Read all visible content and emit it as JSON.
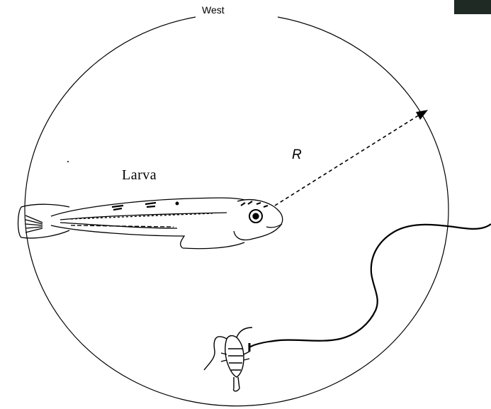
{
  "labels": {
    "west": "West",
    "larva": "Larva",
    "radius": "R"
  },
  "icons": {
    "fish": "fish-larva-icon",
    "prey": "copepod-icon"
  },
  "colors": {
    "line": "#000000",
    "background": "#ffffff",
    "corner_block": "#1f2a24"
  }
}
